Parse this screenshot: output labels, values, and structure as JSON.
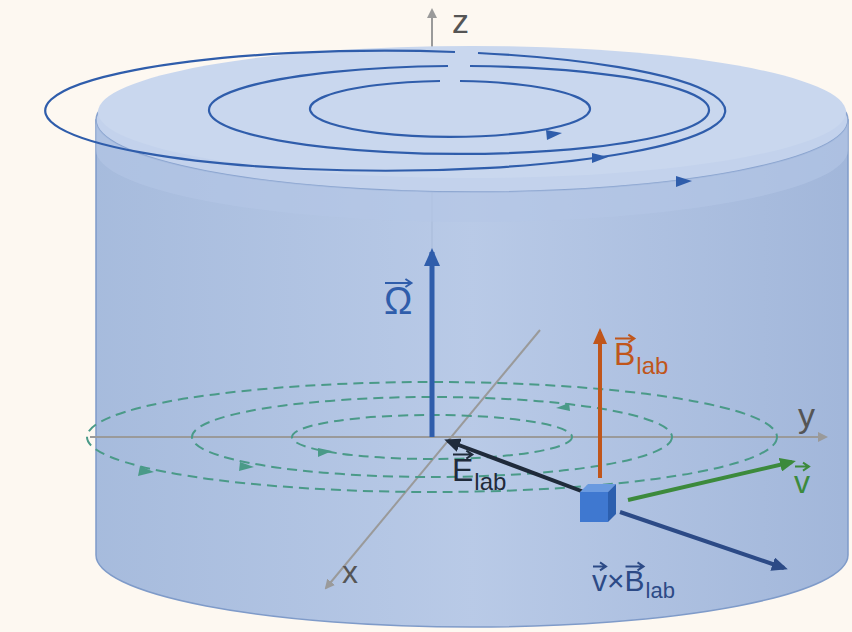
{
  "diagram": {
    "labels": [
      "z",
      "y",
      "x",
      "Ω",
      "B",
      "lab",
      "E",
      "lab",
      "v",
      "v×B",
      "lab"
    ]
  }
}
